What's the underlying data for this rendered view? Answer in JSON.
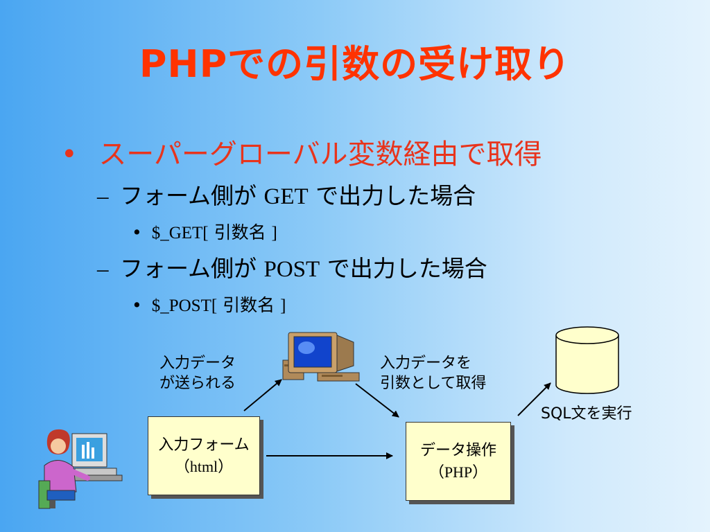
{
  "title": "PHPでの引数の受け取り",
  "bullets": {
    "main": {
      "marker": "•",
      "text": "スーパーグローバル変数経由で取得"
    },
    "get_case": {
      "marker": "–",
      "text_before": "フォーム側が ",
      "method": "GET",
      "text_after": " で出力した場合"
    },
    "get_var": {
      "marker": "•",
      "var": "$_GET[",
      "name": " 引数名 ",
      "close": "]"
    },
    "post_case": {
      "marker": "–",
      "text_before": "フォーム側が ",
      "method": "POST",
      "text_after": " で出力した場合"
    },
    "post_var": {
      "marker": "•",
      "var": "$_POST[",
      "name": " 引数名 ",
      "close": "]"
    }
  },
  "diagram": {
    "caption_input_line1": "入力データ",
    "caption_input_line2": "が送られる",
    "caption_args_line1": "入力データを",
    "caption_args_line2": "引数として取得",
    "caption_sql": "SQL文を実行",
    "form_box_line1": "入力フォーム",
    "form_box_line2": "（html）",
    "php_box_line1": "データ操作",
    "php_box_line2": "（PHP）"
  },
  "colors": {
    "title": "#ff3300",
    "bullet_level1": "#e8341c",
    "note_fill": "#ffffcc"
  },
  "icons": [
    "computer-server-icon",
    "database-icon",
    "user-at-computer-icon"
  ]
}
